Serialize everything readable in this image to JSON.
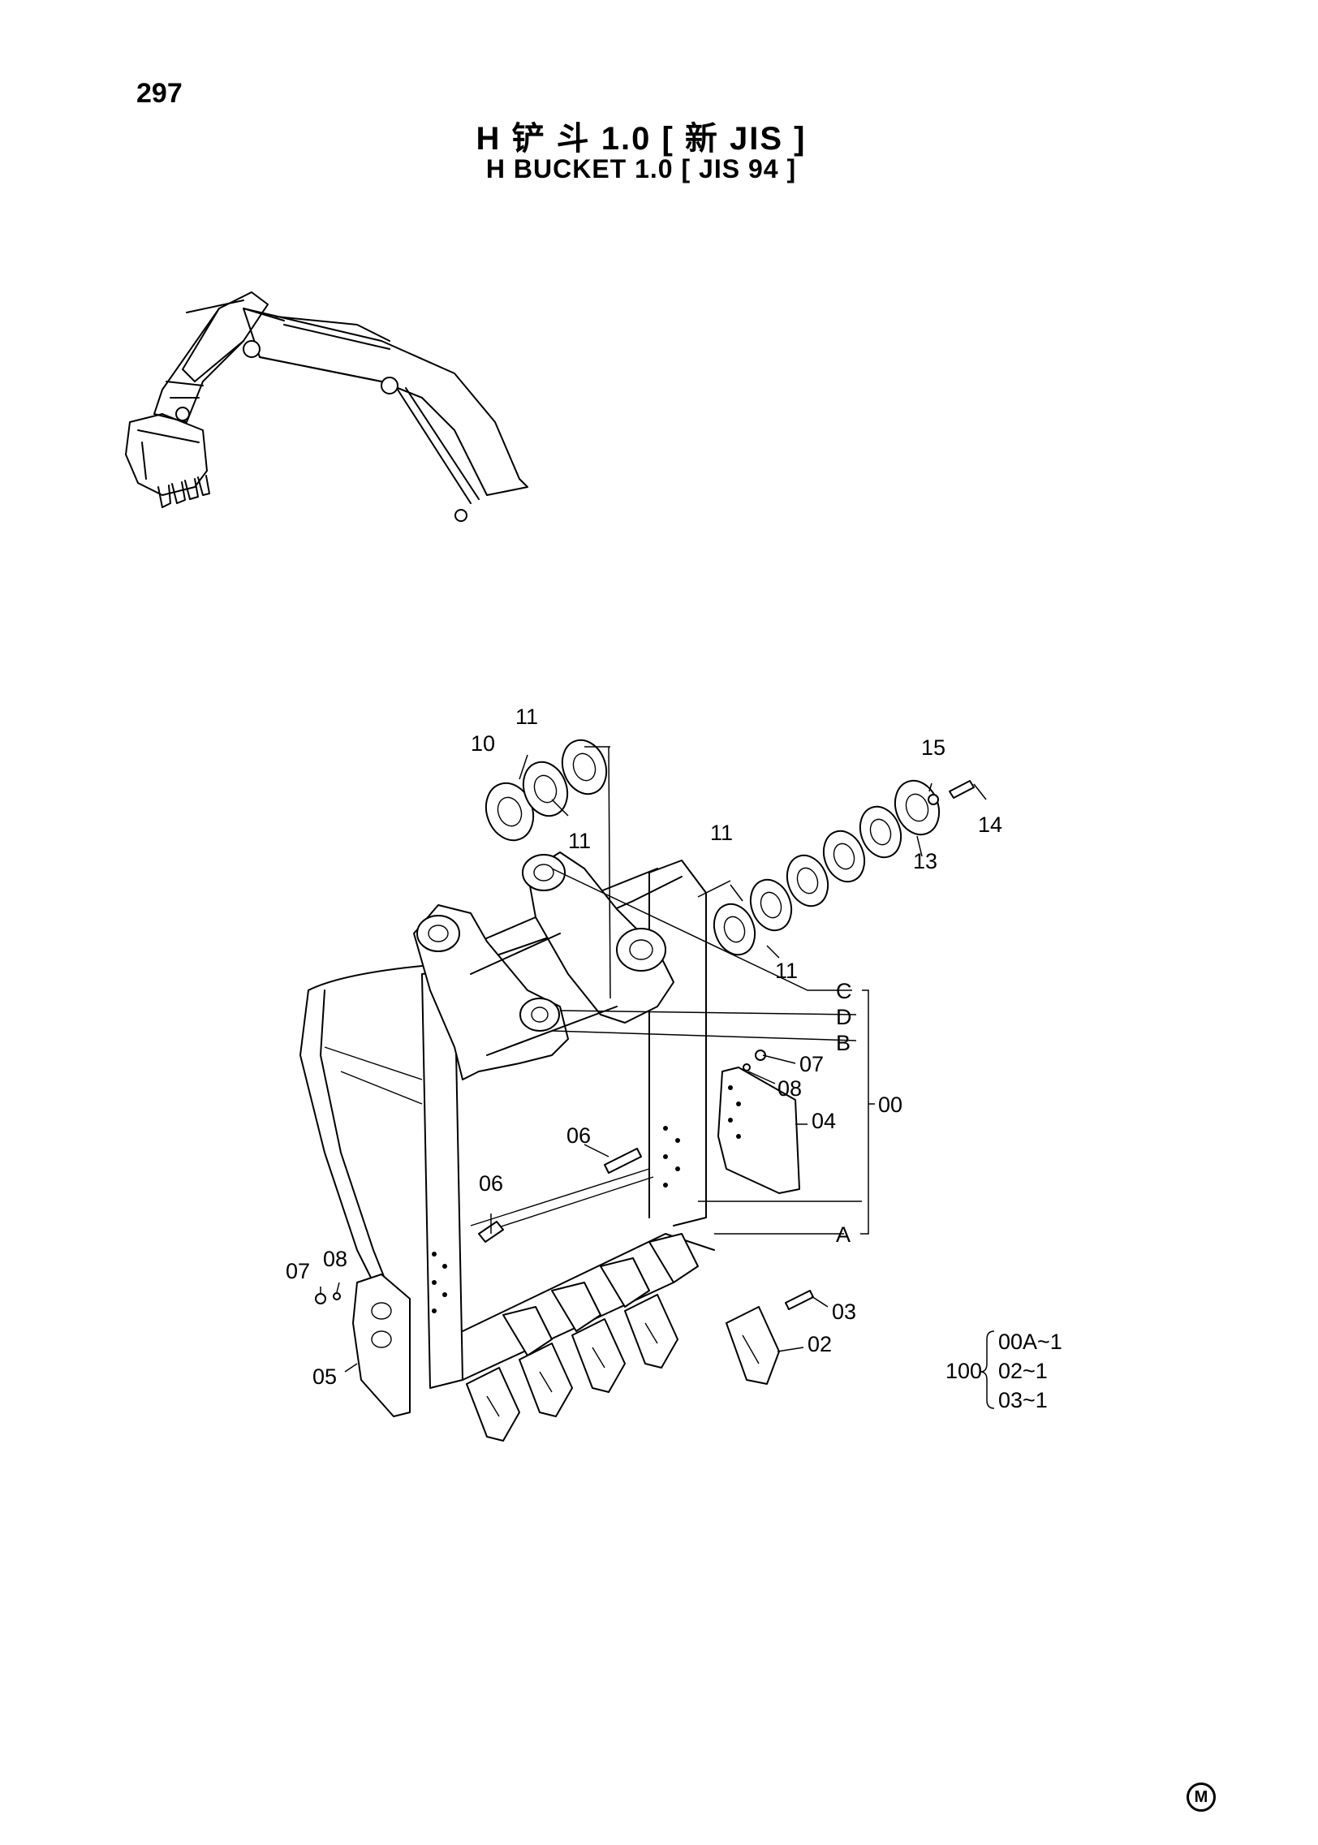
{
  "page": {
    "number": "297"
  },
  "title": {
    "chinese": "H 铲 斗 1.0 [ 新 JIS ]",
    "english": "H BUCKET 1.0 [ JIS 94 ]"
  },
  "callouts": {
    "p10": "10",
    "p11a": "11",
    "p11b": "11",
    "p11c": "11",
    "p11d": "11",
    "p15": "15",
    "p14": "14",
    "p13": "13",
    "pC": "C",
    "pD": "D",
    "pB": "B",
    "pA": "A",
    "p00": "00",
    "p07a": "07",
    "p08a": "08",
    "p04": "04",
    "p06a": "06",
    "p06b": "06",
    "p07b": "07",
    "p08b": "08",
    "p05": "05",
    "p03": "03",
    "p02": "02"
  },
  "kit": {
    "label": "100",
    "items": [
      "00A~1",
      "02~1",
      "03~1"
    ]
  },
  "footer": {
    "mark": "M"
  }
}
